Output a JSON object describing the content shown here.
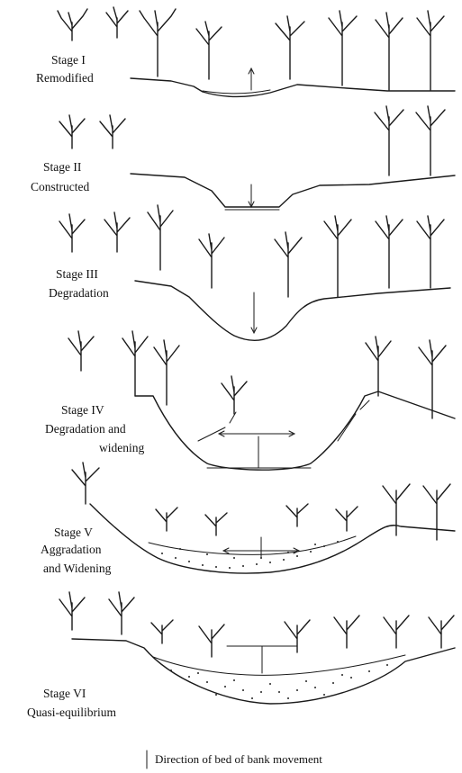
{
  "stages": [
    {
      "title": "Stage I",
      "subtitle": [
        "Remodified"
      ]
    },
    {
      "title": "Stage II",
      "subtitle": [
        "Constructed"
      ]
    },
    {
      "title": "Stage III",
      "subtitle": [
        "Degradation"
      ]
    },
    {
      "title": "Stage IV",
      "subtitle": [
        "Degradation and",
        "widening"
      ]
    },
    {
      "title": "Stage V",
      "subtitle": [
        "Aggradation",
        "and Widening"
      ]
    },
    {
      "title": "Stage VI",
      "subtitle": [
        "Quasi-equilibrium"
      ]
    }
  ],
  "legend": {
    "text": "Direction of bed of bank movement",
    "icon": "vertical-line"
  }
}
